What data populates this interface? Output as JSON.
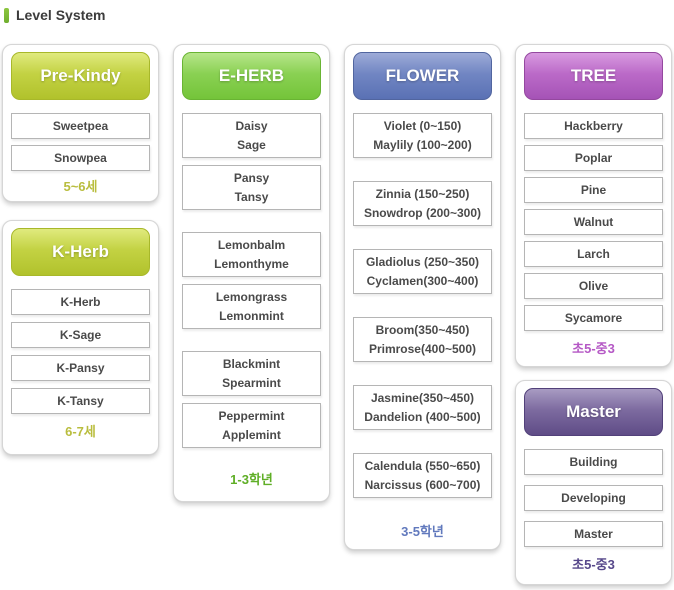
{
  "title": {
    "text": "Level System"
  },
  "levels": {
    "pre_kindy": {
      "header": "Pre-Kindy",
      "items": [
        "Sweetpea",
        "Snowpea"
      ],
      "footer": "5~6세"
    },
    "k_herb": {
      "header": "K-Herb",
      "items": [
        "K-Herb",
        "K-Sage",
        "K-Pansy",
        "K-Tansy"
      ],
      "footer": "6-7세"
    },
    "e_herb": {
      "header": "E-HERB",
      "groups": [
        [
          [
            "Daisy",
            "Sage"
          ],
          [
            "Pansy",
            "Tansy"
          ]
        ],
        [
          [
            "Lemonbalm",
            "Lemonthyme"
          ],
          [
            "Lemongrass",
            "Lemonmint"
          ]
        ],
        [
          [
            "Blackmint",
            "Spearmint"
          ],
          [
            "Peppermint",
            "Applemint"
          ]
        ]
      ],
      "footer": "1-3학년"
    },
    "flower": {
      "header": "FLOWER",
      "items": [
        [
          "Violet (0~150)",
          "Maylily (100~200)"
        ],
        [
          "Zinnia (150~250)",
          "Snowdrop (200~300)"
        ],
        [
          "Gladiolus (250~350)",
          "Cyclamen(300~400)"
        ],
        [
          "Broom(350~450)",
          "Primrose(400~500)"
        ],
        [
          "Jasmine(350~450)",
          "Dandelion (400~500)"
        ],
        [
          "Calendula (550~650)",
          "Narcissus (600~700)"
        ]
      ],
      "footer": "3-5학년"
    },
    "tree": {
      "header": "TREE",
      "items": [
        "Hackberry",
        "Poplar",
        "Pine",
        "Walnut",
        "Larch",
        "Olive",
        "Sycamore"
      ],
      "footer": "초5-중3"
    },
    "master": {
      "header": "Master",
      "items": [
        "Building",
        "Developing",
        "Master"
      ],
      "footer": "초5-중3"
    }
  },
  "colors": {
    "title_accent": "#8dc63f",
    "lime_top": "#e0ea7e",
    "lime_mid": "#c3d243",
    "lime_bottom": "#b1c22c",
    "lime_border": "#a8b82a",
    "green_top": "#b7e68a",
    "green_mid": "#8ad153",
    "green_bottom": "#74c43a",
    "green_border": "#69b433",
    "blue_top": "#9dabd8",
    "blue_mid": "#7186c3",
    "blue_bottom": "#5a71b4",
    "blue_border": "#51659f",
    "orchid_top": "#d89ae0",
    "orchid_mid": "#bb6ac8",
    "orchid_bottom": "#a553b6",
    "orchid_border": "#94489f",
    "purple_top": "#a89bc2",
    "purple_mid": "#7d6ba0",
    "purple_bottom": "#5f4c87",
    "purple_border": "#52417a",
    "foot_lime": "#b9bd3e",
    "foot_green": "#5fae26",
    "foot_blue": "#6179bd",
    "foot_orchid": "#b558c5",
    "foot_purple": "#56478a"
  }
}
